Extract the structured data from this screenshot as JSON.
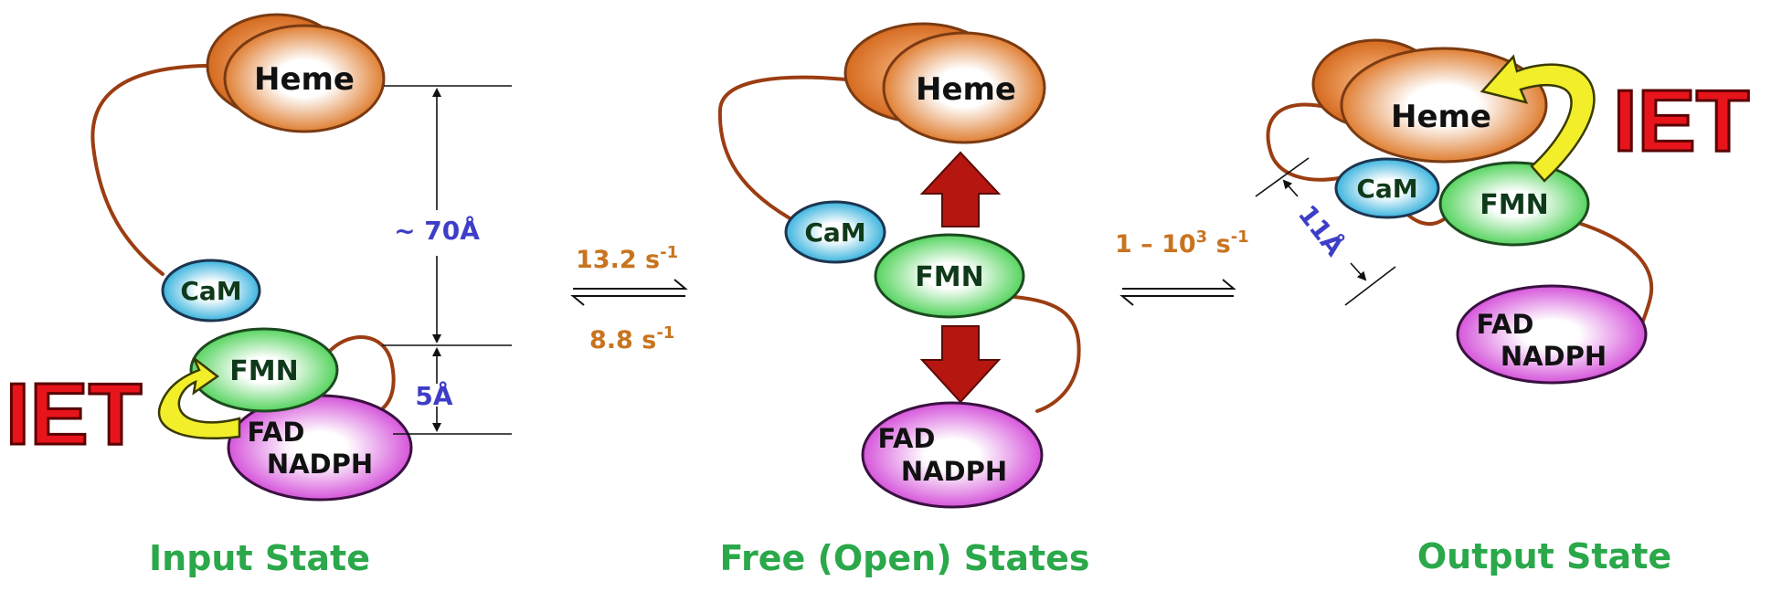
{
  "domains": {
    "heme": "Heme",
    "fmn": "FMN",
    "cam": "CaM",
    "fad_line1": "FAD",
    "fad_line2": "NADPH"
  },
  "labels": {
    "iet": "IET",
    "dist_70": "~ 70Å",
    "dist_5": "5Å",
    "dist_11": "11Å"
  },
  "rates": {
    "forward_1_base": "13.2 s",
    "forward_1_exp": "-1",
    "reverse_1_base": "8.8 s",
    "reverse_1_exp": "-1",
    "forward_2_base": "1 – 10",
    "forward_2_exp1": "3",
    "forward_2_mid": " s",
    "forward_2_exp2": "-1"
  },
  "states": {
    "input": "Input State",
    "free": "Free (Open) States",
    "output": "Output State"
  },
  "colors": {
    "heme": "#d9772c",
    "fmn": "#4fcf5a",
    "cam": "#3fb2dc",
    "fad": "#d04fd6",
    "linker": "#9b3d12",
    "iet_text": "#e8141b",
    "iet_arrow": "#f2ee2a",
    "big_arrow": "#b5160f",
    "distance_text": "#3d3dc8",
    "rate_text": "#c8741f",
    "state_text": "#2aa84a"
  }
}
